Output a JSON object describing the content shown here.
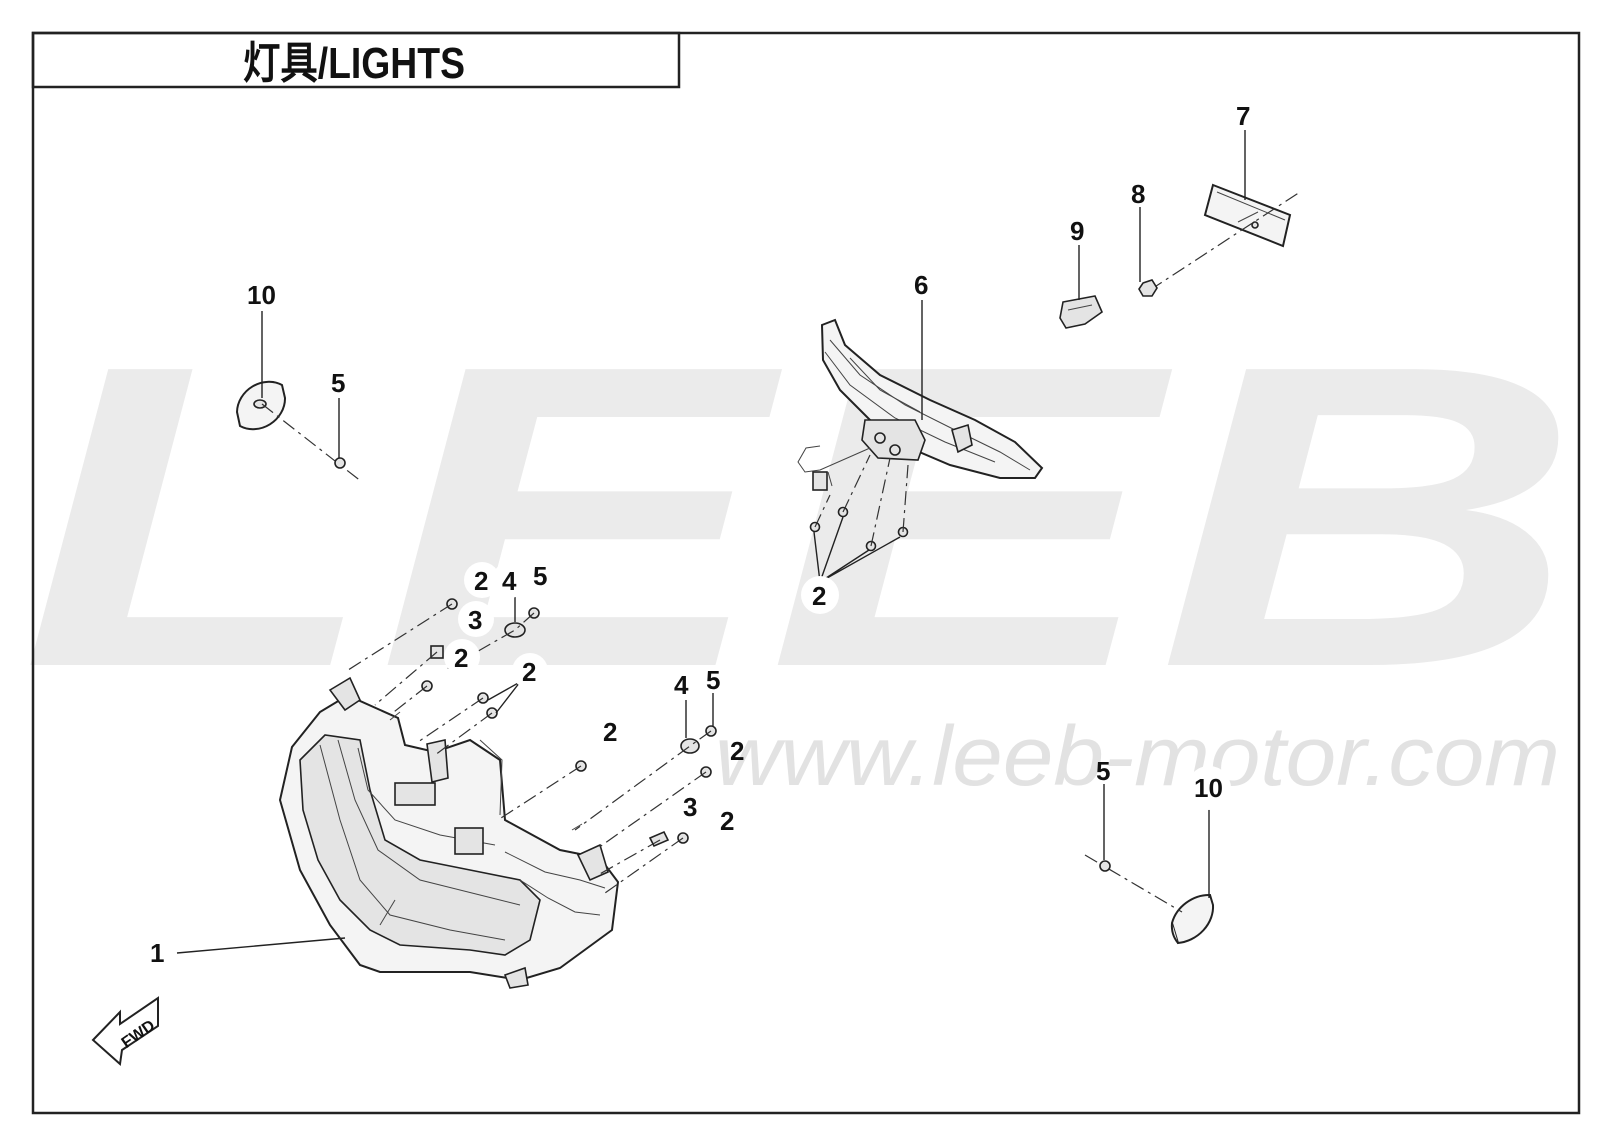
{
  "diagram": {
    "title": "灯具/LIGHTS",
    "watermark_brand": "LEEB",
    "watermark_url": "www.leeb-motor.com",
    "direction_badge": "FWD"
  },
  "callouts": [
    {
      "id": "c1",
      "text": "1"
    },
    {
      "id": "c2a",
      "text": "2"
    },
    {
      "id": "c4a",
      "text": "4"
    },
    {
      "id": "c5a",
      "text": "5"
    },
    {
      "id": "c3a",
      "text": "3"
    },
    {
      "id": "c2b",
      "text": "2"
    },
    {
      "id": "c2c",
      "text": "2"
    },
    {
      "id": "c2d",
      "text": "2"
    },
    {
      "id": "c4b",
      "text": "4"
    },
    {
      "id": "c5b",
      "text": "5"
    },
    {
      "id": "c2e",
      "text": "2"
    },
    {
      "id": "c3b",
      "text": "3"
    },
    {
      "id": "c2f",
      "text": "2"
    },
    {
      "id": "c2g",
      "text": "2"
    },
    {
      "id": "c6",
      "text": "6"
    },
    {
      "id": "c7",
      "text": "7"
    },
    {
      "id": "c8",
      "text": "8"
    },
    {
      "id": "c9",
      "text": "9"
    },
    {
      "id": "c10a",
      "text": "10"
    },
    {
      "id": "c5c",
      "text": "5"
    },
    {
      "id": "c5d",
      "text": "5"
    },
    {
      "id": "c10b",
      "text": "10"
    }
  ],
  "colors": {
    "frame": "#222222",
    "watermark": "#e8e8e8",
    "ink": "#111111"
  }
}
